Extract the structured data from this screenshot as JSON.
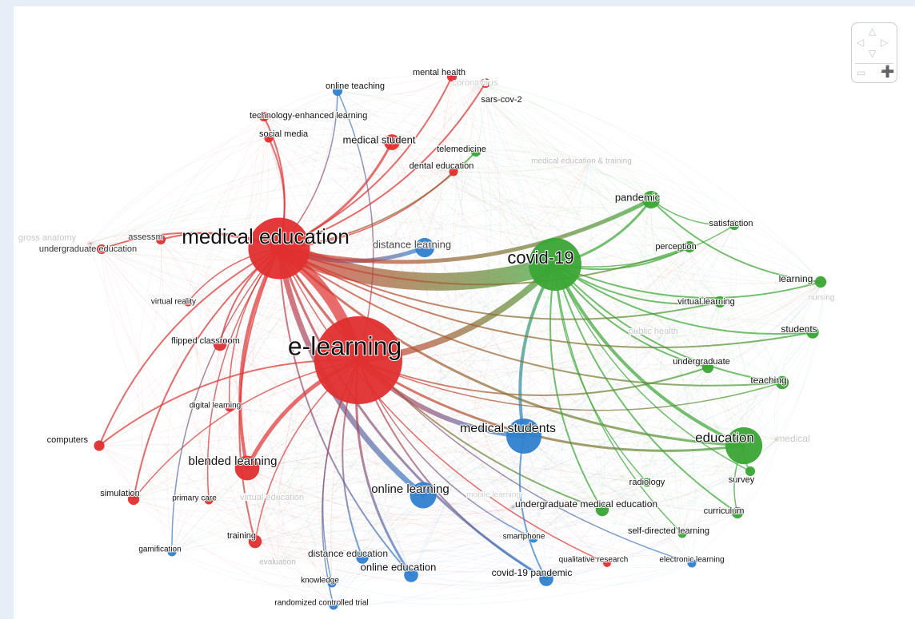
{
  "colors": {
    "red": "#e02f2f",
    "green": "#3aa535",
    "blue": "#2f7fcf",
    "background": "#e8eef8"
  },
  "navigator": {
    "up_icon": "triangle-up",
    "left_icon": "triangle-left",
    "right_icon": "triangle-right",
    "down_icon": "triangle-down",
    "zoom_out_icon": "minus",
    "zoom_in_icon": "plus"
  },
  "nodes": [
    {
      "id": "e-learning",
      "label": "e-learning",
      "cluster": "red",
      "weight": 10
    },
    {
      "id": "medical-education",
      "label": "medical education",
      "cluster": "red",
      "weight": 7
    },
    {
      "id": "covid-19",
      "label": "covid-19",
      "cluster": "green",
      "weight": 6
    },
    {
      "id": "medical-students",
      "label": "medical students",
      "cluster": "blue",
      "weight": 4
    },
    {
      "id": "education",
      "label": "education",
      "cluster": "green",
      "weight": 4.2
    },
    {
      "id": "online-learning",
      "label": "online learning",
      "cluster": "blue",
      "weight": 3
    },
    {
      "id": "blended-learning",
      "label": "blended learning",
      "cluster": "red",
      "weight": 2.8
    },
    {
      "id": "distance-learning",
      "label": "distance learning",
      "cluster": "blue",
      "weight": 2.2
    },
    {
      "id": "pandemic",
      "label": "pandemic",
      "cluster": "green",
      "weight": 2
    },
    {
      "id": "medical-student",
      "label": "medical student",
      "cluster": "red",
      "weight": 1.8
    },
    {
      "id": "online-education",
      "label": "online education",
      "cluster": "blue",
      "weight": 1.6
    },
    {
      "id": "covid-19-pandemic",
      "label": "covid-19 pandemic",
      "cluster": "blue",
      "weight": 1.6
    },
    {
      "id": "distance-education",
      "label": "distance education",
      "cluster": "blue",
      "weight": 1.4
    },
    {
      "id": "undergraduate-medical-education",
      "label": "undergraduate medical education",
      "cluster": "green",
      "weight": 1.5
    },
    {
      "id": "flipped-classroom",
      "label": "flipped classroom",
      "cluster": "red",
      "weight": 1.5
    },
    {
      "id": "training",
      "label": "training",
      "cluster": "red",
      "weight": 1.5
    },
    {
      "id": "teaching",
      "label": "teaching",
      "cluster": "green",
      "weight": 1.5
    },
    {
      "id": "students",
      "label": "students",
      "cluster": "green",
      "weight": 1.4
    },
    {
      "id": "learning",
      "label": "learning",
      "cluster": "green",
      "weight": 1.3
    },
    {
      "id": "perception",
      "label": "perception",
      "cluster": "green",
      "weight": 1.3
    },
    {
      "id": "virtual-learning",
      "label": "virtual learning",
      "cluster": "green",
      "weight": 1.3
    },
    {
      "id": "undergraduate",
      "label": "undergraduate",
      "cluster": "green",
      "weight": 1.3
    },
    {
      "id": "curriculum",
      "label": "curriculum",
      "cluster": "green",
      "weight": 1.3
    },
    {
      "id": "simulation",
      "label": "simulation",
      "cluster": "red",
      "weight": 1.3
    },
    {
      "id": "computers",
      "label": "computers",
      "cluster": "red",
      "weight": 1.2
    },
    {
      "id": "satisfaction",
      "label": "satisfaction",
      "cluster": "green",
      "weight": 1.1
    },
    {
      "id": "telemedicine",
      "label": "telemedicine",
      "cluster": "green",
      "weight": 1.1
    },
    {
      "id": "survey",
      "label": "survey",
      "cluster": "green",
      "weight": 1.1
    },
    {
      "id": "radiology",
      "label": "radiology",
      "cluster": "green",
      "weight": 1
    },
    {
      "id": "self-directed-learning",
      "label": "self-directed learning",
      "cluster": "green",
      "weight": 1
    },
    {
      "id": "online-teaching",
      "label": "online teaching",
      "cluster": "blue",
      "weight": 1.1
    },
    {
      "id": "mental-health",
      "label": "mental health",
      "cluster": "red",
      "weight": 1.1
    },
    {
      "id": "sars-cov-2",
      "label": "sars-cov-2",
      "cluster": "red",
      "weight": 1.1
    },
    {
      "id": "technology-enhanced-learning",
      "label": "technology-enhanced learning",
      "cluster": "red",
      "weight": 1.1
    },
    {
      "id": "social-media",
      "label": "social media",
      "cluster": "red",
      "weight": 1
    },
    {
      "id": "dental-education",
      "label": "dental education",
      "cluster": "red",
      "weight": 1
    },
    {
      "id": "undergraduate-education",
      "label": "undergraduate education",
      "cluster": "red",
      "weight": 1.1
    },
    {
      "id": "assessment",
      "label": "assessm",
      "cluster": "red",
      "weight": 1.1
    },
    {
      "id": "virtual-reality",
      "label": "virtual reality",
      "cluster": "red",
      "weight": 1
    },
    {
      "id": "digital-learning",
      "label": "digital learning",
      "cluster": "red",
      "weight": 1
    },
    {
      "id": "primary-care",
      "label": "primary care",
      "cluster": "red",
      "weight": 1
    },
    {
      "id": "gamification",
      "label": "gamification",
      "cluster": "blue",
      "weight": 1
    },
    {
      "id": "knowledge",
      "label": "knowledge",
      "cluster": "blue",
      "weight": 1
    },
    {
      "id": "randomized-controlled-trial",
      "label": "randomized controlled trial",
      "cluster": "blue",
      "weight": 1
    },
    {
      "id": "smartphone",
      "label": "smartphone",
      "cluster": "blue",
      "weight": 1
    },
    {
      "id": "electronic-learning",
      "label": "electronic learning",
      "cluster": "blue",
      "weight": 1
    },
    {
      "id": "qualitative-research",
      "label": "qualitative research",
      "cluster": "red",
      "weight": 0.9
    },
    {
      "id": "evaluation",
      "label": "evaluation",
      "cluster": "red",
      "weight": 0.9,
      "faded": true
    },
    {
      "id": "coronavirus",
      "label": "coronavirus",
      "cluster": "red",
      "weight": 0.9,
      "faded": true
    },
    {
      "id": "medical-education-training",
      "label": "medical education & training",
      "cluster": "green",
      "weight": 0.9,
      "faded": true
    },
    {
      "id": "gross-anatomy",
      "label": "gross anatomy",
      "cluster": "red",
      "weight": 0.9,
      "faded": true
    },
    {
      "id": "public-health",
      "label": "public health",
      "cluster": "green",
      "weight": 0.9,
      "faded": true
    },
    {
      "id": "nursing",
      "label": "nursing",
      "cluster": "green",
      "weight": 0.9,
      "faded": true
    },
    {
      "id": "medical",
      "label": "medical",
      "cluster": "green",
      "weight": 0.9,
      "faded": true
    },
    {
      "id": "virtual-education",
      "label": "virtual education",
      "cluster": "red",
      "weight": 0.9,
      "faded": true
    },
    {
      "id": "mobile-learning",
      "label": "mobile learning",
      "cluster": "blue",
      "weight": 0.9,
      "faded": true
    }
  ],
  "links": [
    [
      "e-learning",
      "medical-education",
      14
    ],
    [
      "e-learning",
      "covid-19",
      8
    ],
    [
      "medical-education",
      "covid-19",
      22
    ],
    [
      "medical-education",
      "distance-learning",
      5
    ],
    [
      "e-learning",
      "medical-students",
      6
    ],
    [
      "medical-education",
      "online-learning",
      7
    ],
    [
      "e-learning",
      "blended-learning",
      5
    ],
    [
      "medical-education",
      "blended-learning",
      4
    ],
    [
      "covid-19",
      "education",
      4
    ],
    [
      "covid-19",
      "pandemic",
      3
    ],
    [
      "medical-education",
      "pandemic",
      5
    ],
    [
      "covid-19",
      "medical-students",
      4
    ],
    [
      "e-learning",
      "education",
      3
    ],
    [
      "medical-education",
      "education",
      3
    ],
    [
      "e-learning",
      "online-education",
      3
    ],
    [
      "medical-education",
      "online-education",
      2
    ],
    [
      "e-learning",
      "distance-education",
      2
    ],
    [
      "medical-education",
      "covid-19-pandemic",
      3
    ],
    [
      "e-learning",
      "covid-19-pandemic",
      2
    ],
    [
      "medical-education",
      "medical-student",
      3
    ],
    [
      "medical-education",
      "mental-health",
      2
    ],
    [
      "medical-education",
      "sars-cov-2",
      2
    ],
    [
      "medical-education",
      "technology-enhanced-learning",
      2
    ],
    [
      "medical-education",
      "social-media",
      2
    ],
    [
      "medical-education",
      "online-teaching",
      1.5
    ],
    [
      "e-learning",
      "online-teaching",
      1.5
    ],
    [
      "medical-education",
      "telemedicine",
      2
    ],
    [
      "medical-education",
      "dental-education",
      1.5
    ],
    [
      "medical-education",
      "undergraduate-education",
      2
    ],
    [
      "medical-education",
      "assessment",
      2
    ],
    [
      "medical-education",
      "computers",
      2
    ],
    [
      "medical-education",
      "simulation",
      2
    ],
    [
      "e-learning",
      "computers",
      2
    ],
    [
      "e-learning",
      "simulation",
      1.5
    ],
    [
      "medical-education",
      "flipped-classroom",
      2
    ],
    [
      "medical-education",
      "virtual-reality",
      1.5
    ],
    [
      "medical-education",
      "digital-learning",
      1.5
    ],
    [
      "medical-education",
      "training",
      2
    ],
    [
      "e-learning",
      "training",
      1.5
    ],
    [
      "medical-education",
      "primary-care",
      1.5
    ],
    [
      "medical-education",
      "gamification",
      1.5
    ],
    [
      "e-learning",
      "knowledge",
      1.5
    ],
    [
      "e-learning",
      "randomized-controlled-trial",
      1.5
    ],
    [
      "e-learning",
      "smartphone",
      1.5
    ],
    [
      "medical-education",
      "electronic-learning",
      1.5
    ],
    [
      "medical-education",
      "qualitative-research",
      1.5
    ],
    [
      "medical-education",
      "undergraduate-medical-education",
      2
    ],
    [
      "covid-19",
      "undergraduate-medical-education",
      2
    ],
    [
      "covid-19",
      "teaching",
      2
    ],
    [
      "covid-19",
      "students",
      2
    ],
    [
      "covid-19",
      "undergraduate",
      2
    ],
    [
      "covid-19",
      "virtual-learning",
      2
    ],
    [
      "covid-19",
      "learning",
      2
    ],
    [
      "covid-19",
      "perception",
      2
    ],
    [
      "covid-19",
      "satisfaction",
      1.5
    ],
    [
      "covid-19",
      "curriculum",
      2
    ],
    [
      "covid-19",
      "survey",
      1.5
    ],
    [
      "covid-19",
      "radiology",
      1.5
    ],
    [
      "covid-19",
      "self-directed-learning",
      1.5
    ],
    [
      "pandemic",
      "learning",
      2
    ],
    [
      "pandemic",
      "satisfaction",
      1.5
    ],
    [
      "education",
      "curriculum",
      1.5
    ],
    [
      "education",
      "survey",
      1.5
    ],
    [
      "medical-education",
      "teaching",
      2
    ],
    [
      "medical-education",
      "students",
      2
    ],
    [
      "medical-education",
      "perception",
      2
    ],
    [
      "medical-education",
      "virtual-learning",
      2
    ],
    [
      "e-learning",
      "undergraduate",
      2
    ],
    [
      "e-learning",
      "teaching",
      1.5
    ],
    [
      "medical-students",
      "covid-19-pandemic",
      2
    ]
  ]
}
